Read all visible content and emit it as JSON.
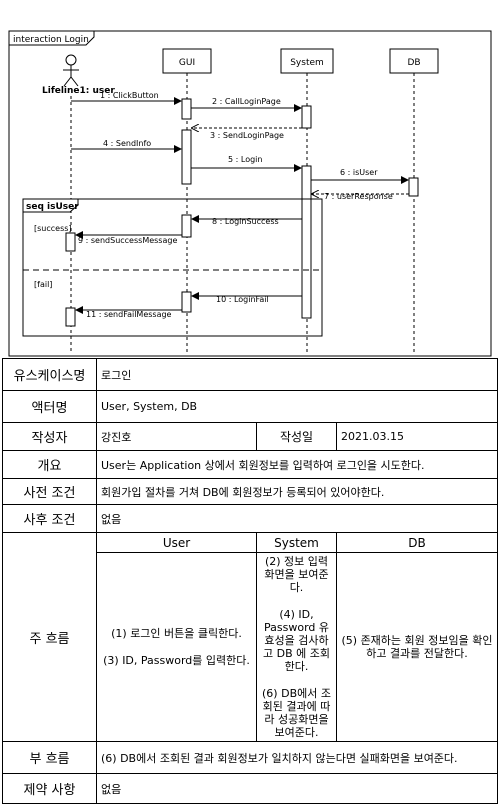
{
  "diagram": {
    "frame_label": "interaction Login",
    "actor_label": "Lifeline1: user",
    "lifelines": [
      "GUI",
      "System",
      "DB"
    ],
    "messages": [
      "1 : ClickButton",
      "2 : CallLoginPage",
      "3 : SendLoginPage",
      "4 : SendInfo",
      "5 : Login",
      "6 : isUser",
      "7 : userResponse",
      "8 : LoginSuccess",
      "9 : sendSuccessMessage",
      "10 : LoginFail",
      "11 : sendFailMessage"
    ],
    "fragment_label": "seq isUser",
    "guard_success": "[success]",
    "guard_fail": "[fail]"
  },
  "spec": {
    "usecase_name_label": "유스케이스명",
    "usecase_name": "로그인",
    "actor_label": "액터명",
    "actor_value": "User, System, DB",
    "author_label": "작성자",
    "author_value": "강진호",
    "date_label": "작성일",
    "date_value": "2021.03.15",
    "overview_label": "개요",
    "overview_value": "User는 Application 상에서 회원정보를 입력하여 로그인을 시도한다.",
    "precondition_label": "사전 조건",
    "precondition_value": "회원가입 절차를 거쳐 DB에 회원정보가 등록되어 있어야한다.",
    "postcondition_label": "사후 조건",
    "postcondition_value": "없음",
    "main_flow_label": "주 흐름",
    "col_user": "User",
    "col_system": "System",
    "col_db": "DB",
    "user_steps": [
      "(1) 로그인 버튼을 클릭한다.",
      "(3) ID, Password를 입력한다."
    ],
    "system_steps": [
      "(2) 정보 입력 화면을 보여준다.",
      "(4) ID, Password 유효성을 검사하고 DB 에 조회한다.",
      "(6) DB에서 조회된 결과에 따라 성공화면을 보여준다."
    ],
    "db_steps": [
      "(5) 존재하는 회원 정보임을 확인하고 결과를 전달한다."
    ],
    "sub_flow_label": "부 흐름",
    "sub_flow_value": "(6) DB에서 조회된 결과 회원정보가 일치하지 않는다면 실패화면을 보여준다.",
    "constraint_label": "제약 사항",
    "constraint_value": "없음"
  }
}
